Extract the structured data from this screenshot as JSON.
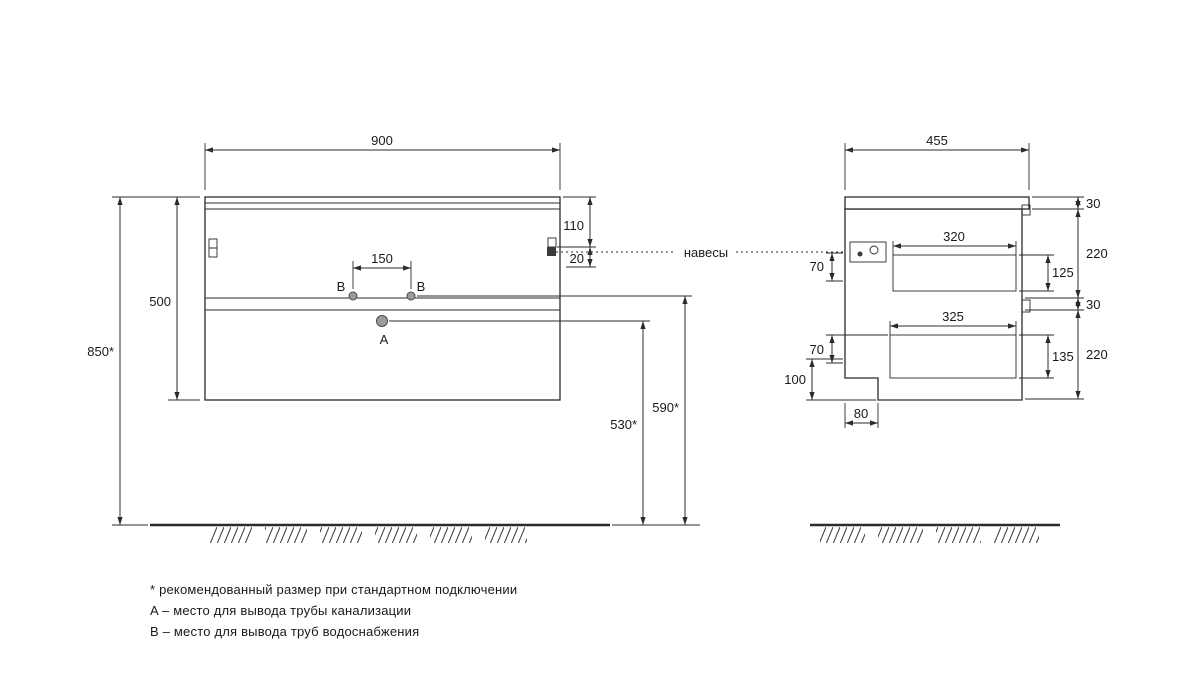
{
  "colors": {
    "line": "#2b2b2b",
    "text": "#1a1a1a",
    "point": "#9b9b9b"
  },
  "front": {
    "width": "900",
    "total_height": "850*",
    "cabinet_height": "500",
    "outlet_spacing": "150",
    "hanger_top_offset": "110",
    "hanger_size": "20",
    "drain_height": "530*",
    "supply_height": "590*",
    "point_a": "A",
    "point_b_left": "B",
    "point_b_right": "B"
  },
  "side": {
    "depth": "455",
    "hangers": "навесы",
    "countertop_thickness": "30",
    "upper_drawer_front": "220",
    "upper_drawer_inner_height": "125",
    "upper_drawer_inner_depth": "320",
    "upper_hanger_offset": "70",
    "drawer_gap": "30",
    "lower_drawer_front": "220",
    "lower_drawer_inner_height": "135",
    "lower_drawer_inner_depth": "325",
    "lower_offset": "70",
    "back_recess_height": "100",
    "back_recess_depth": "80"
  },
  "footnotes": [
    "* рекомендованный размер при стандартном подключении",
    "A – место для вывода трубы канализации",
    "B – место для вывода труб водоснабжения"
  ]
}
